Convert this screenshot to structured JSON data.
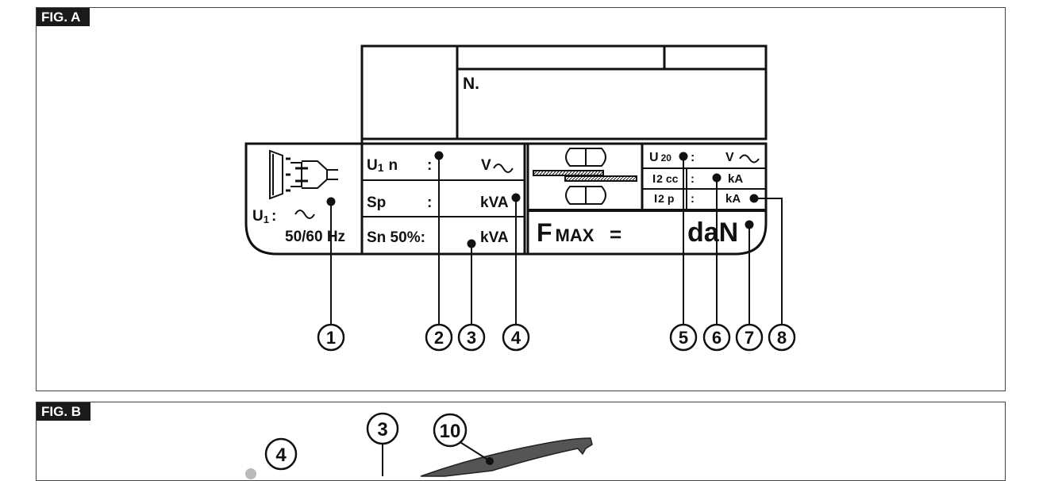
{
  "figures": {
    "fig_a": {
      "label": "FIG. A"
    },
    "fig_b": {
      "label": "FIG. B"
    }
  },
  "plate": {
    "serial_prefix": "N.",
    "u1_label": "U",
    "u1_sub": "1",
    "u1_colon": ":",
    "ac_symbol": "~",
    "frequency": "50/60 Hz",
    "u1n_label": "U",
    "u1n_sub": "1",
    "u1n_suffix": "n",
    "colon": ":",
    "volt_unit": "V",
    "sp_label": "Sp",
    "kva_unit": "kVA",
    "sn_label": "Sn 50%:",
    "u20_label": "U",
    "u20_sub": "20",
    "i2cc_label": "I",
    "i2cc_sub": "2 cc",
    "i2p_label": "I",
    "i2p_sub": "2 p",
    "ka_unit": "kA",
    "fmax_f": "F",
    "fmax_sub": "MAX",
    "fmax_eq": "=",
    "dan_unit": "daN"
  },
  "callouts_a": [
    "1",
    "2",
    "3",
    "4",
    "5",
    "6",
    "7",
    "8"
  ],
  "callouts_b": [
    "3",
    "10",
    "4"
  ]
}
